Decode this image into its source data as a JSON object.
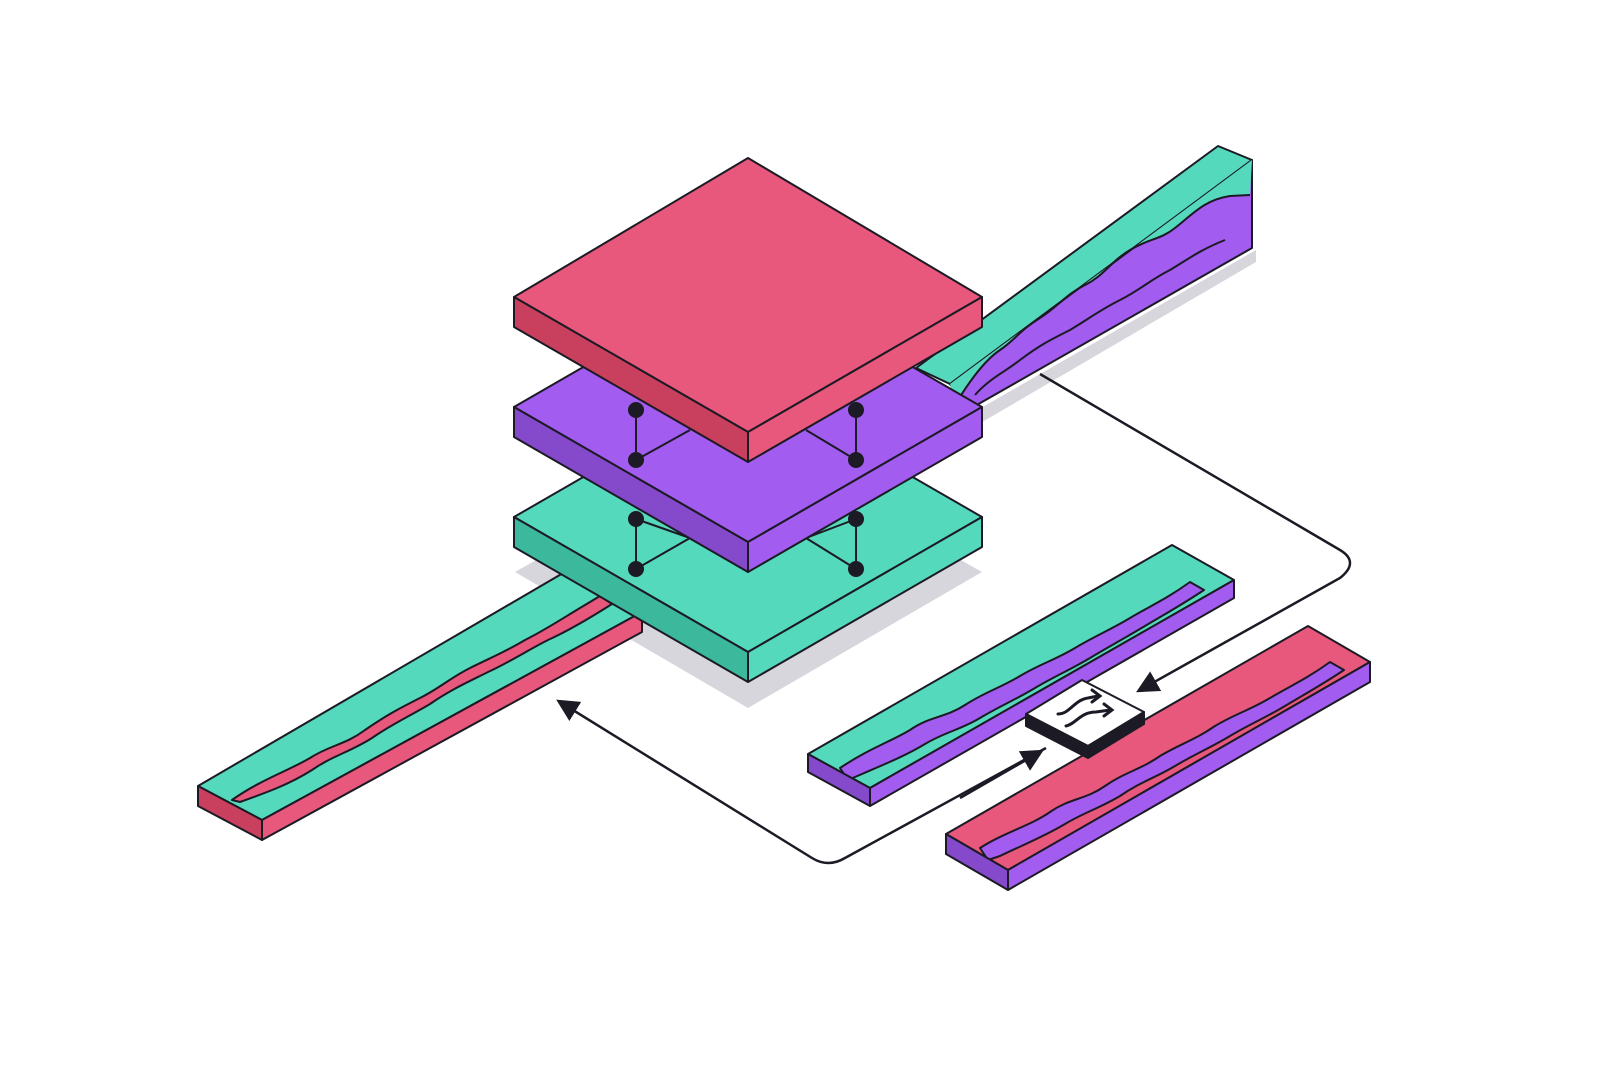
{
  "colors": {
    "background": "#ffffff",
    "outline": "#1c1a24",
    "pink_top": "#e8587c",
    "pink_side": "#c9405f",
    "purple_top": "#a35cf0",
    "purple_side": "#8549cc",
    "teal_top": "#55d9bd",
    "teal_side": "#3cb89d",
    "shadow": "#d7d6dc",
    "switch_body": "#ffffff",
    "switch_side": "#1c1a24"
  },
  "layers": [
    {
      "name": "top-layer",
      "color": "pink"
    },
    {
      "name": "middle-layer",
      "color": "purple"
    },
    {
      "name": "bottom-layer",
      "color": "teal"
    }
  ],
  "strips": [
    {
      "name": "rear-stream",
      "colors": [
        "teal",
        "purple"
      ],
      "waveform": "wavy"
    },
    {
      "name": "output-stream",
      "colors": [
        "teal",
        "pink"
      ],
      "waveform": "wavy"
    },
    {
      "name": "input-stream-a",
      "colors": [
        "teal",
        "purple"
      ],
      "waveform": "wavy"
    },
    {
      "name": "input-stream-b",
      "colors": [
        "pink",
        "purple"
      ],
      "waveform": "wavy"
    }
  ],
  "icons": {
    "switch": "shuffle-icon",
    "arrows": "arrow-icon",
    "connectors": "node-connector-icon"
  }
}
